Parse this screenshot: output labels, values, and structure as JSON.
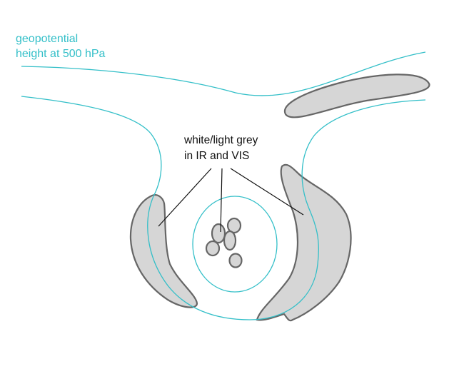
{
  "labels": {
    "geopotential_line1": "geopotential",
    "geopotential_line2": "height at 500 hPa",
    "cloud_line1": "white/light grey",
    "cloud_line2": "in IR and VIS"
  },
  "colors": {
    "contour": "#33bfc8",
    "cloud_fill": "#d6d6d6",
    "cloud_stroke": "#666666",
    "text": "#111111"
  }
}
